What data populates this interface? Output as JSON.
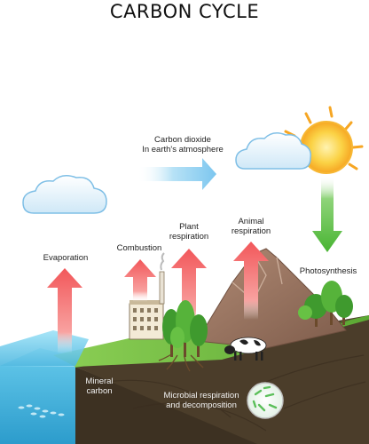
{
  "title": "CARBON CYCLE",
  "labels": {
    "atmosphere": "Carbon dioxide\nIn earth's atmosphere",
    "evaporation": "Evaporation",
    "combustion": "Combustion",
    "plant_respiration": "Plant\nrespiration",
    "animal_respiration": "Animal\nrespiration",
    "photosynthesis": "Photosynthesis",
    "mineral_carbon": "Mineral\ncarbon",
    "microbial": "Microbial respiration\nand decomposition"
  },
  "icons": [
    "sun-icon",
    "cloud-icon",
    "factory-icon",
    "tree-icon",
    "mountain-icon",
    "cow-icon",
    "fish-icon",
    "microbe-icon"
  ],
  "colors": {
    "red_arrow": "#f2575a",
    "green_arrow": "#48b432",
    "blue_arrow": "#7cc6ef",
    "sun": "#fbbf2c",
    "water": "#6ccbea",
    "grass": "#74c043",
    "soil": "#4b3d2a",
    "mountain": "#9a7563"
  }
}
